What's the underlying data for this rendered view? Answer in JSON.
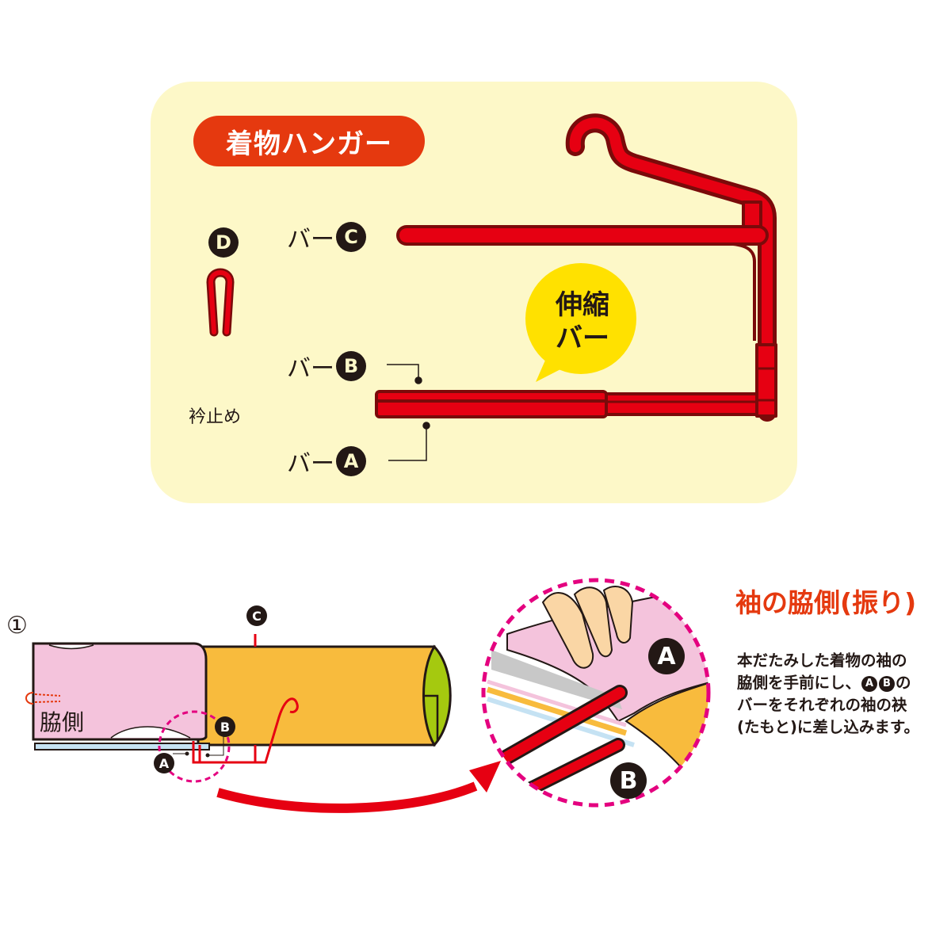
{
  "title": "着物ハンガー",
  "parts": {
    "bar_prefix": "バー",
    "bar_c": "C",
    "bar_b": "B",
    "bar_a": "A",
    "clip_badge": "D",
    "clip_label": "衿止め",
    "bubble_line1": "伸縮",
    "bubble_line2": "バー"
  },
  "step": {
    "number": "①",
    "side_label": "脇側",
    "badge_c": "C",
    "badge_b": "B",
    "badge_a": "A",
    "zoom_badge_a": "A",
    "zoom_badge_b": "B"
  },
  "instruction": {
    "heading": "袖の脇側(振り)",
    "line1": "本だたみした着物の袖の",
    "line2_pre": "脇側を手前にし、",
    "line2_badge1": "A",
    "line2_badge2": "B",
    "line2_post": "の",
    "line3": "バーをそれぞれの袖の袂",
    "line4": "(たもと)に差し込みます。"
  },
  "colors": {
    "panel": "#fdf8c8",
    "accent": "#e5390f",
    "hanger_red": "#e60012",
    "hanger_outline": "#7a0a0a",
    "bubble": "#ffe100",
    "kimono_pink": "#f4c3dc",
    "kimono_orange": "#f8bb3d",
    "kimono_green": "#a5c90f",
    "dash_magenta": "#e4007f",
    "ink": "#231815"
  }
}
